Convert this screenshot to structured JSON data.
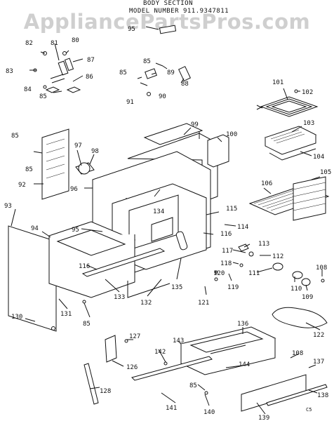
{
  "header": {
    "line1": "BODY SECTION",
    "line2": "MODEL NUMBER  911.9347811"
  },
  "watermark": "AppliancePartsPros.com",
  "footer_code": "C5",
  "callouts": [
    "95",
    "82",
    "81",
    "80",
    "87",
    "83",
    "84",
    "86",
    "85",
    "85",
    "89",
    "85",
    "88",
    "91",
    "90",
    "101",
    "102",
    "103",
    "104",
    "85",
    "99",
    "100",
    "97",
    "98",
    "85",
    "92",
    "93",
    "96",
    "134",
    "115",
    "105",
    "106",
    "94",
    "95",
    "114",
    "116",
    "113",
    "112",
    "117",
    "118",
    "111",
    "108",
    "120",
    "119",
    "110",
    "109",
    "116",
    "133",
    "135",
    "132",
    "121",
    "130",
    "131",
    "85",
    "136",
    "122",
    "127",
    "143",
    "142",
    "126",
    "144",
    "108",
    "137",
    "85",
    "128",
    "141",
    "140",
    "139",
    "138"
  ]
}
